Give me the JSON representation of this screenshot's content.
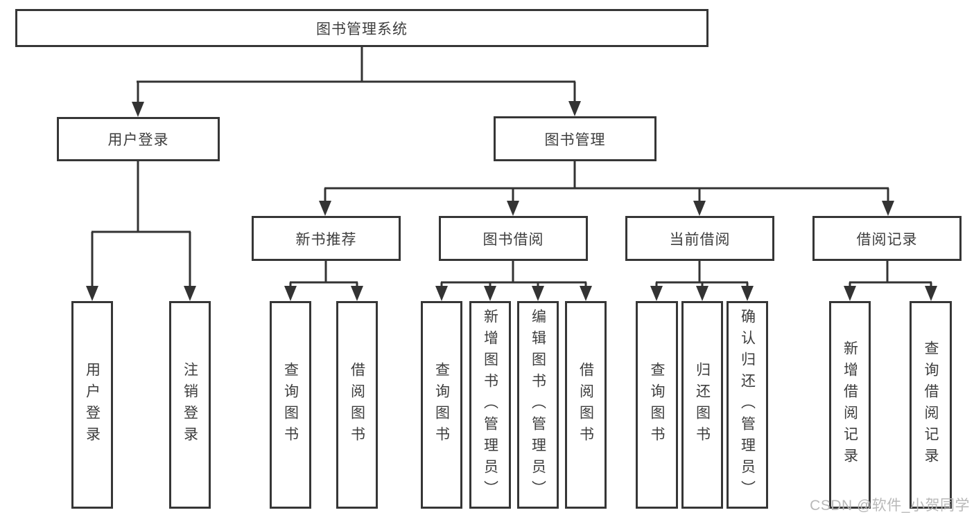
{
  "tree": {
    "root": {
      "label": "图书管理系统"
    },
    "children": [
      {
        "label": "用户登录",
        "children": [
          {
            "label": "用户登录"
          },
          {
            "label": "注销登录"
          }
        ]
      },
      {
        "label": "图书管理",
        "children": [
          {
            "label": "新书推荐",
            "children": [
              {
                "label": "查询图书"
              },
              {
                "label": "借阅图书"
              }
            ]
          },
          {
            "label": "图书借阅",
            "children": [
              {
                "label": "查询图书"
              },
              {
                "label": "新增图书（管理员）"
              },
              {
                "label": "编辑图书（管理员）"
              },
              {
                "label": "借阅图书"
              }
            ]
          },
          {
            "label": "当前借阅",
            "children": [
              {
                "label": "查询图书"
              },
              {
                "label": "归还图书"
              },
              {
                "label": "确认归还（管理员）"
              }
            ]
          },
          {
            "label": "借阅记录",
            "children": [
              {
                "label": "新增借阅记录"
              },
              {
                "label": "查询借阅记录"
              }
            ]
          }
        ]
      }
    ]
  },
  "watermark": {
    "text": "CSDN @软件_小贺同学"
  },
  "style": {
    "line_color": "#333333",
    "box_border_color": "#363636",
    "text_color": "#3d3d3d",
    "watermark_color": "#b5b5b5",
    "background": "#ffffff"
  }
}
